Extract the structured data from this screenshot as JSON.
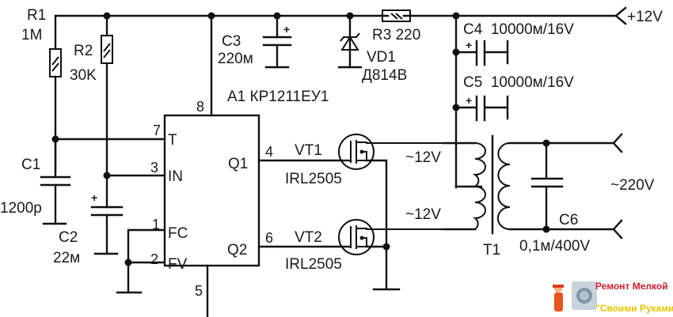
{
  "diagram": {
    "title": "12V to 220V inverter schematic",
    "components": {
      "R1": {
        "ref": "R1",
        "value": "1M"
      },
      "R2": {
        "ref": "R2",
        "value": "30K"
      },
      "R3": {
        "ref": "R3",
        "value": "220",
        "label": "R3 220"
      },
      "C1": {
        "ref": "C1",
        "value": "1200p"
      },
      "C2": {
        "ref": "C2",
        "value": "22м"
      },
      "C3": {
        "ref": "C3",
        "value": "220м"
      },
      "C4": {
        "ref": "C4",
        "value": "10000м/16V",
        "label": "C4  10000м/16V"
      },
      "C5": {
        "ref": "C5",
        "value": "10000м/16V",
        "label": "C5  10000м/16V"
      },
      "C6": {
        "ref": "C6",
        "value": "0,1м/400V"
      },
      "VD1": {
        "ref": "VD1",
        "value": "Д814В"
      },
      "A1": {
        "label": "A1 КР1211ЕУ1"
      },
      "VT1": {
        "ref": "VT1",
        "value": "IRL2505"
      },
      "VT2": {
        "ref": "VT2",
        "value": "IRL2505"
      },
      "T1": {
        "ref": "T1"
      }
    },
    "ic_pins": {
      "T": {
        "name": "T",
        "num": "7"
      },
      "IN": {
        "name": "IN",
        "num": "3"
      },
      "FC": {
        "name": "FC",
        "num": "1"
      },
      "FV": {
        "name": "FV",
        "num": "2"
      },
      "Q1": {
        "name": "Q1",
        "num": "4"
      },
      "Q2": {
        "name": "Q2",
        "num": "6"
      },
      "VCC": {
        "num": "8"
      },
      "GND": {
        "num": "5"
      }
    },
    "nets": {
      "supply": "+12V",
      "primary_top": "~12V",
      "primary_bottom": "~12V",
      "output": "~220V"
    },
    "plus_mark": "+"
  },
  "watermark": {
    "line1": "Ремонт Мелкой",
    "line2": "\"Своими Руками\""
  }
}
